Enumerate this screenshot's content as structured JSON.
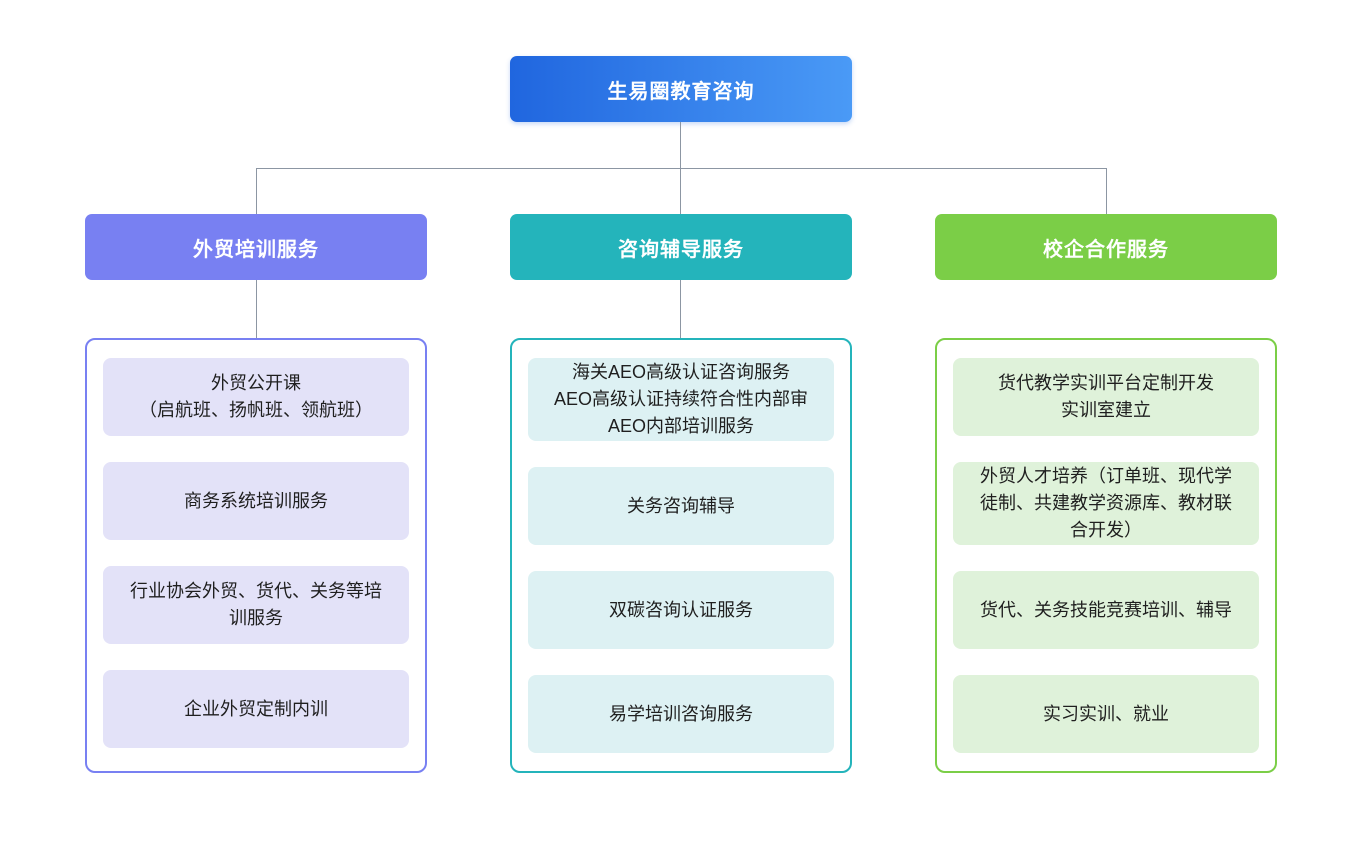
{
  "diagram": {
    "type": "org-chart",
    "root": {
      "label": "生易圈教育咨询"
    },
    "branches": [
      {
        "label": "外贸培训服务",
        "color": "#7880F2",
        "item_bg": "#E3E2F8",
        "items": [
          "外贸公开课\n（启航班、扬帆班、领航班）",
          "商务系统培训服务",
          "行业协会外贸、货代、关务等培训服务",
          "企业外贸定制内训"
        ]
      },
      {
        "label": "咨询辅导服务",
        "color": "#24B4BB",
        "item_bg": "#DDF1F3",
        "items": [
          "海关AEO高级认证咨询服务\nAEO高级认证持续符合性内部审\nAEO内部培训服务",
          "关务咨询辅导",
          "双碳咨询认证服务",
          "易学培训咨询服务"
        ]
      },
      {
        "label": "校企合作服务",
        "color": "#7BCE47",
        "item_bg": "#DFF2DA",
        "items": [
          "货代教学实训平台定制开发\n实训室建立",
          "外贸人才培养（订单班、现代学徒制、共建教学资源库、教材联合开发）",
          "货代、关务技能竞赛培训、辅导",
          "实习实训、就业"
        ]
      }
    ],
    "colors": {
      "root_gradient_from": "#2066DF",
      "root_gradient_to": "#4A9AF6",
      "connector": "#8C96A3",
      "background": "#FFFFFF"
    }
  }
}
